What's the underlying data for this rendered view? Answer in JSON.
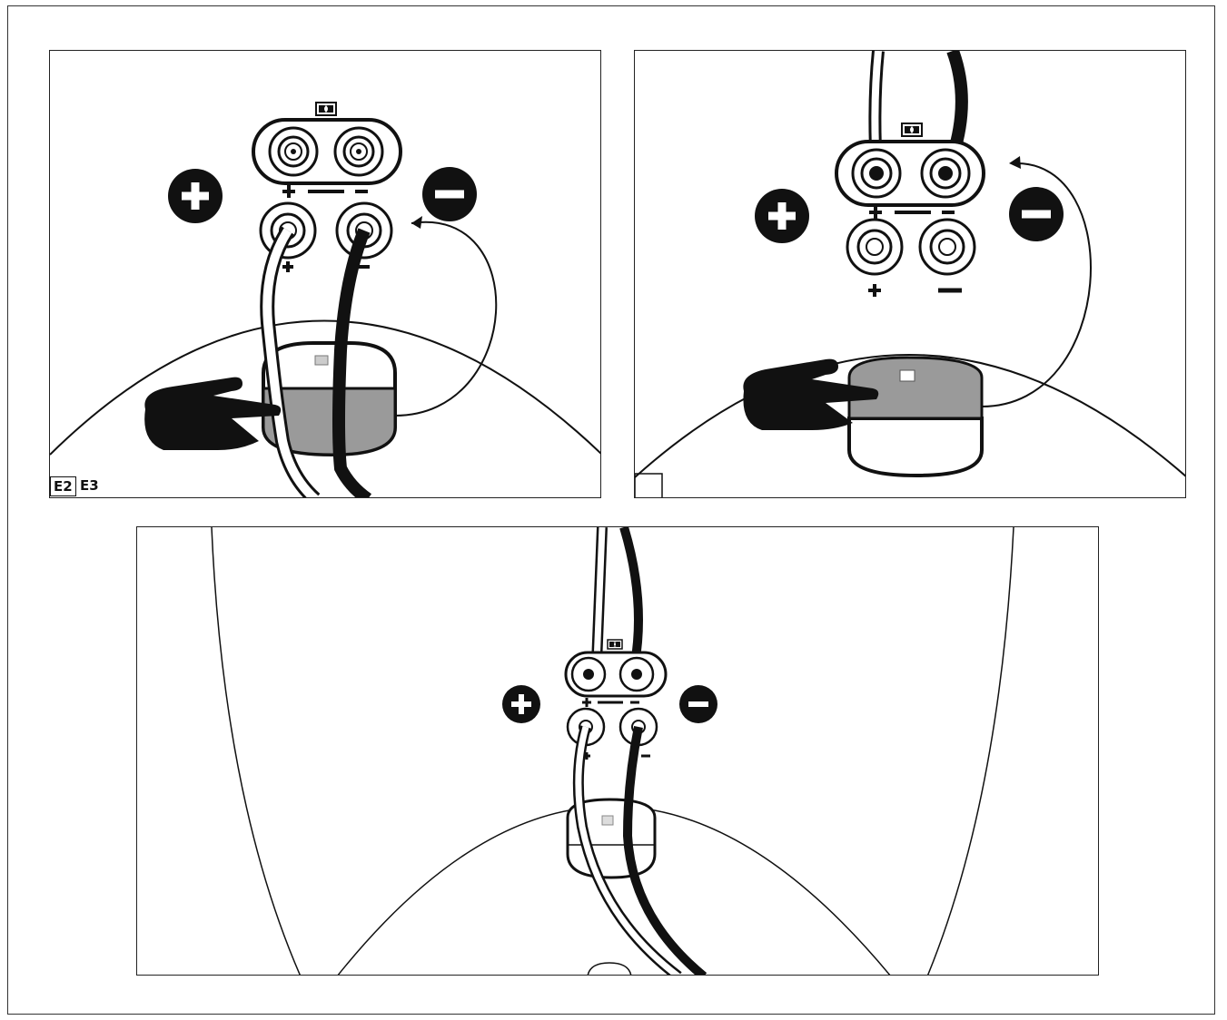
{
  "figure": {
    "steps": [
      "E2",
      "E3"
    ],
    "active_step": "E2",
    "plus_symbol": "+",
    "minus_symbol": "−",
    "logo_icon": "dolby-atmos-logo-icon",
    "hand_icon": "pointing-hand-icon",
    "colors": {
      "ink": "#111111",
      "grey_cover": "#9a9a9a",
      "cable_light": "#ffffff",
      "cable_dark": "#111111"
    }
  }
}
